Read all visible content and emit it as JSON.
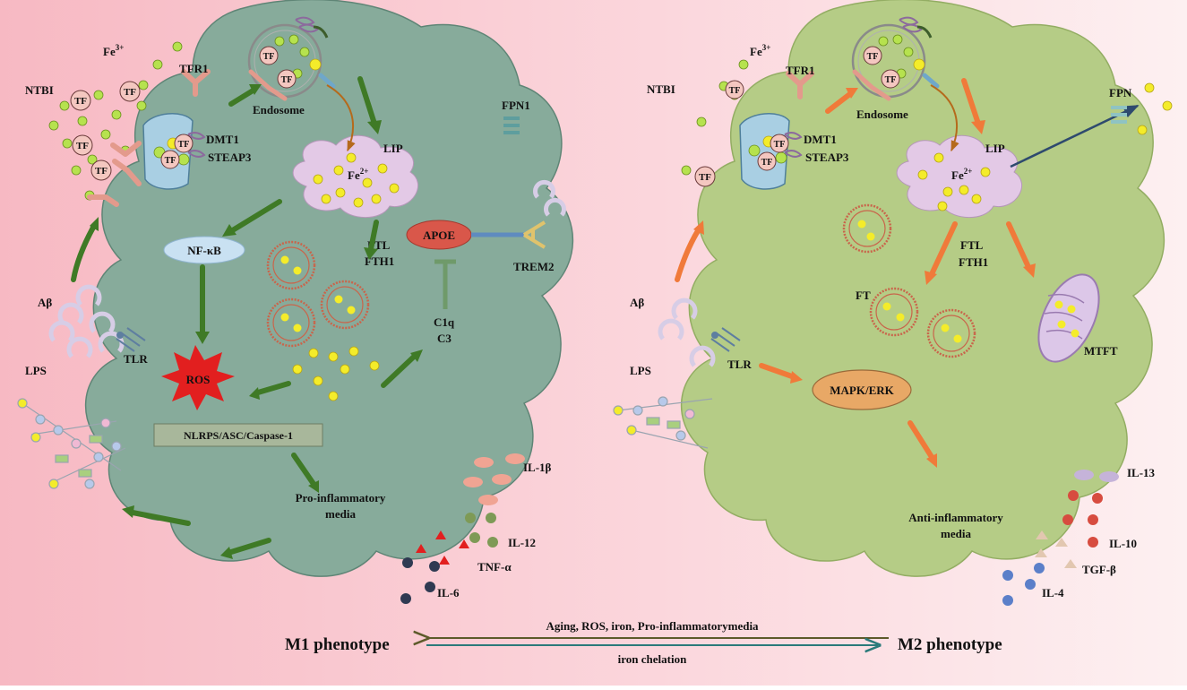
{
  "colors": {
    "background_left": "#f7b9c3",
    "background_right": "#fdf0f1",
    "m1_cell": "#87ab9b",
    "m2_cell": "#b5cc86",
    "green_arrow": "#3f7a26",
    "orange_arrow": "#f07a3a",
    "iron_dot": "#f4ec2a",
    "fe3_dot": "#b6e24e"
  },
  "shared": {
    "fe3_base": "Fe",
    "fe3_sup": "3+",
    "fe2_base": "Fe",
    "fe2_sup": "2+",
    "tf": "TF",
    "ntbi": "NTBI",
    "tfr1": "TFR1",
    "endosome": "Endosome",
    "dmt1": "DMT1",
    "steap3": "STEAP3",
    "lip": "LIP",
    "ftl": "FTL",
    "fth1": "FTH1",
    "abeta": "Aβ",
    "lps": "LPS",
    "tlr": "TLR"
  },
  "m1": {
    "fpn1": "FPN1",
    "nfkb": "NF-κB",
    "ros": "ROS",
    "nlrp": "NLRPS/ASC/Caspase-1",
    "apoe": "APOE",
    "trem2": "TREM2",
    "c1q": "C1q",
    "c3": "C3",
    "media_line1": "Pro-inflammatory",
    "media_line2": "media",
    "il1b": "IL-1β",
    "il12": "IL-12",
    "tnfa": "TNF-α",
    "il6": "IL-6"
  },
  "m2": {
    "fpn": "FPN",
    "ft": "FT",
    "mtft": "MTFT",
    "mapk": "MAPK/ERK",
    "media_line1": "Anti-inflammatory",
    "media_line2": "media",
    "il13": "IL-13",
    "il10": "IL-10",
    "tgfb": "TGF-β",
    "il4": "IL-4"
  },
  "footer": {
    "m1_label": "M1 phenotype",
    "m2_label": "M2 phenotype",
    "top_arrow_label": "Aging, ROS, iron, Pro-inflammatorymedia",
    "bottom_arrow_label": "iron chelation"
  }
}
